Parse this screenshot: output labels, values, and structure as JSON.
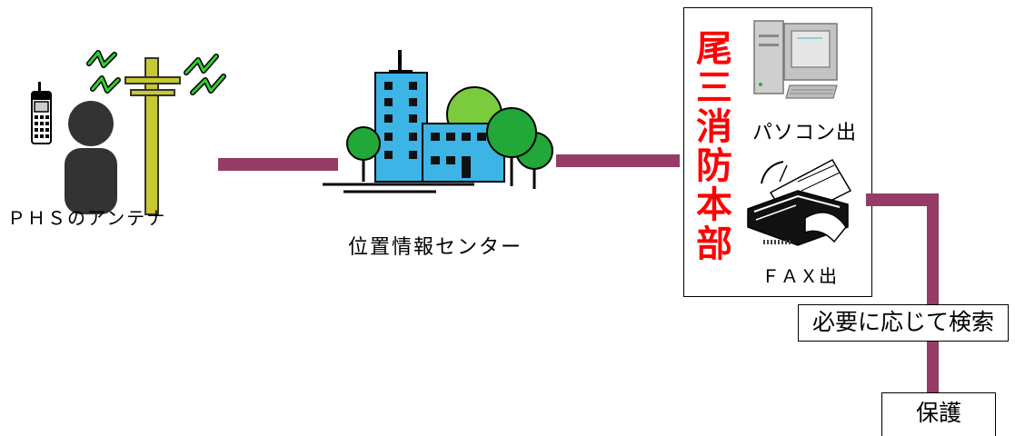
{
  "phs": {
    "label": "ＰＨＳのアンテナ"
  },
  "location_center": {
    "label": "位置情報センター"
  },
  "fire_department": {
    "name": "尾三消防本部",
    "pc_output": "パソコン出",
    "fax_output": "ＦＡＸ出"
  },
  "search": {
    "label": "必要に応じて検索"
  },
  "protection": {
    "label": "保護"
  },
  "colors": {
    "connector": "#953b65",
    "department_name": "#ff0000",
    "building": "#3cb4e6",
    "tree": "#22a838",
    "signal": "#33cc33",
    "pole": "#c8c832"
  },
  "icons": [
    "mobile-phone-icon",
    "person-icon",
    "antenna-tower-icon",
    "building-icon",
    "computer-icon",
    "fax-icon"
  ]
}
